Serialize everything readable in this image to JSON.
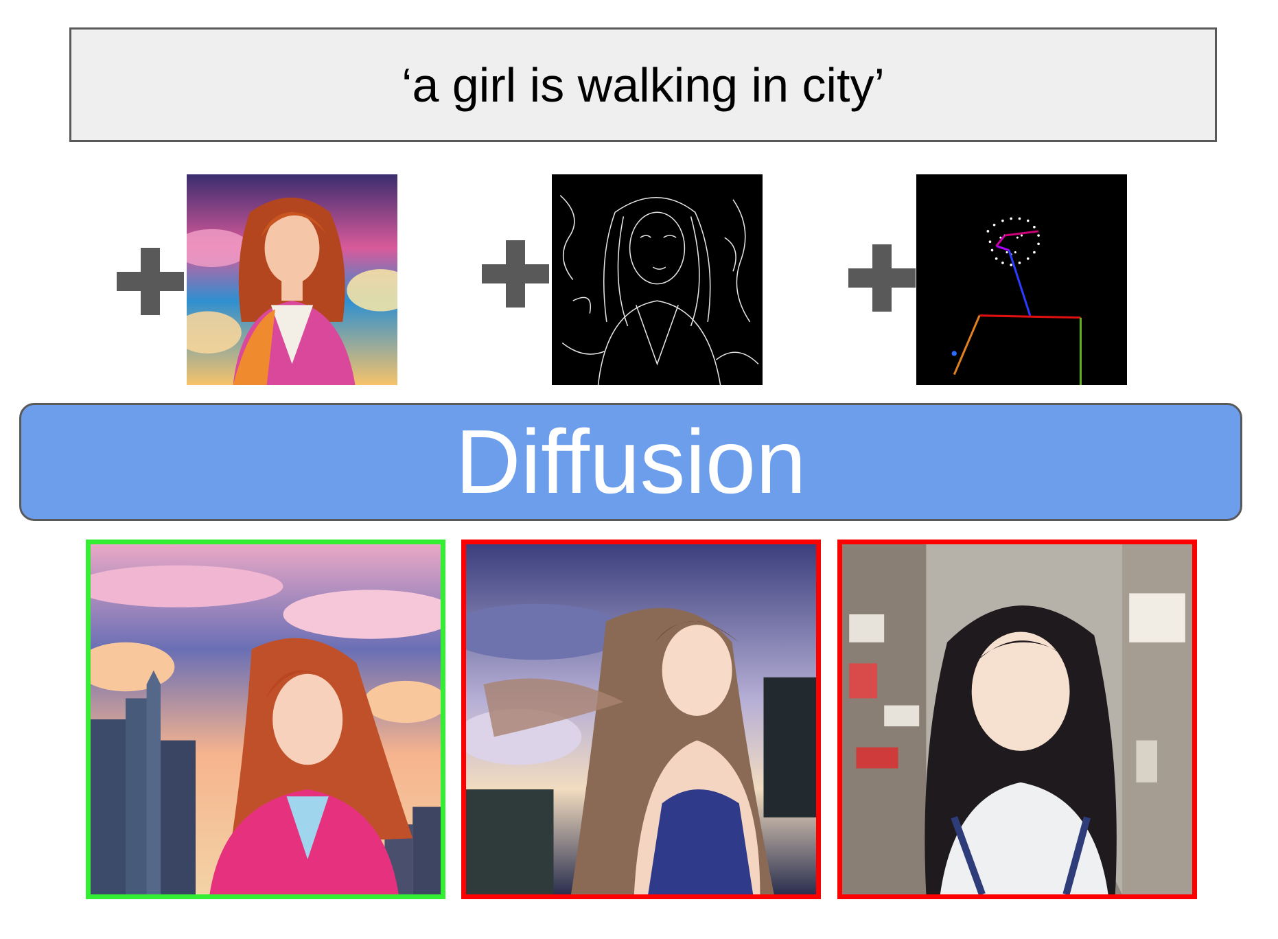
{
  "prompt": {
    "text": "‘a girl is walking in city’"
  },
  "conditions": [
    {
      "name": "reference-image",
      "icon": "plus-icon"
    },
    {
      "name": "canny-edge-map",
      "icon": "plus-icon"
    },
    {
      "name": "pose-skeleton-map",
      "icon": "plus-icon"
    }
  ],
  "diffusion": {
    "label": "Diffusion"
  },
  "outputs": [
    {
      "status": "correct",
      "border_color": "#33ee33"
    },
    {
      "status": "incorrect",
      "border_color": "#ff0000"
    },
    {
      "status": "incorrect",
      "border_color": "#ff0000"
    }
  ],
  "colors": {
    "prompt_bg": "#efefef",
    "diffusion_bg": "#6d9eeb",
    "plus": "#595959",
    "border": "#595959"
  }
}
